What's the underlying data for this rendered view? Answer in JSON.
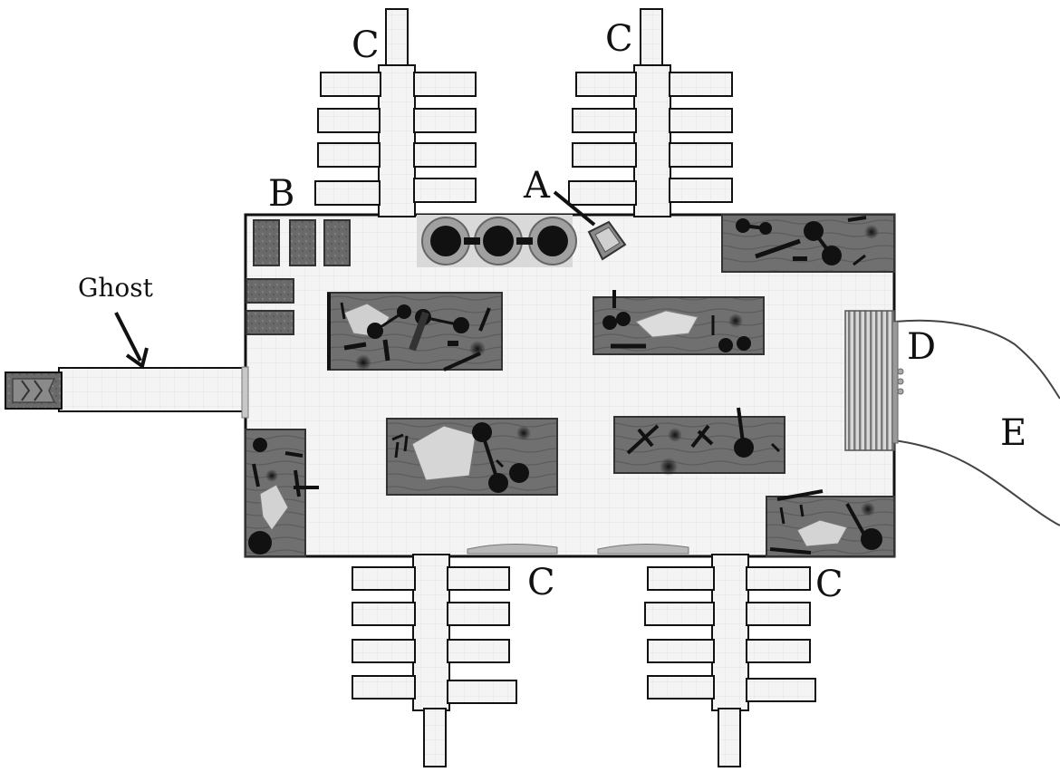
{
  "map": {
    "labels": {
      "a": "A",
      "b": "B",
      "c1": "C",
      "c2": "C",
      "c3": "C",
      "c4": "C",
      "d": "D",
      "e": "E",
      "ghost": "Ghost"
    },
    "colors": {
      "floor": "#f3f3f3",
      "wall": "#111111",
      "wood_table": "#6e6e6e",
      "dark_block": "#3a3a3a",
      "tile_line": "#e2e2e2"
    }
  }
}
